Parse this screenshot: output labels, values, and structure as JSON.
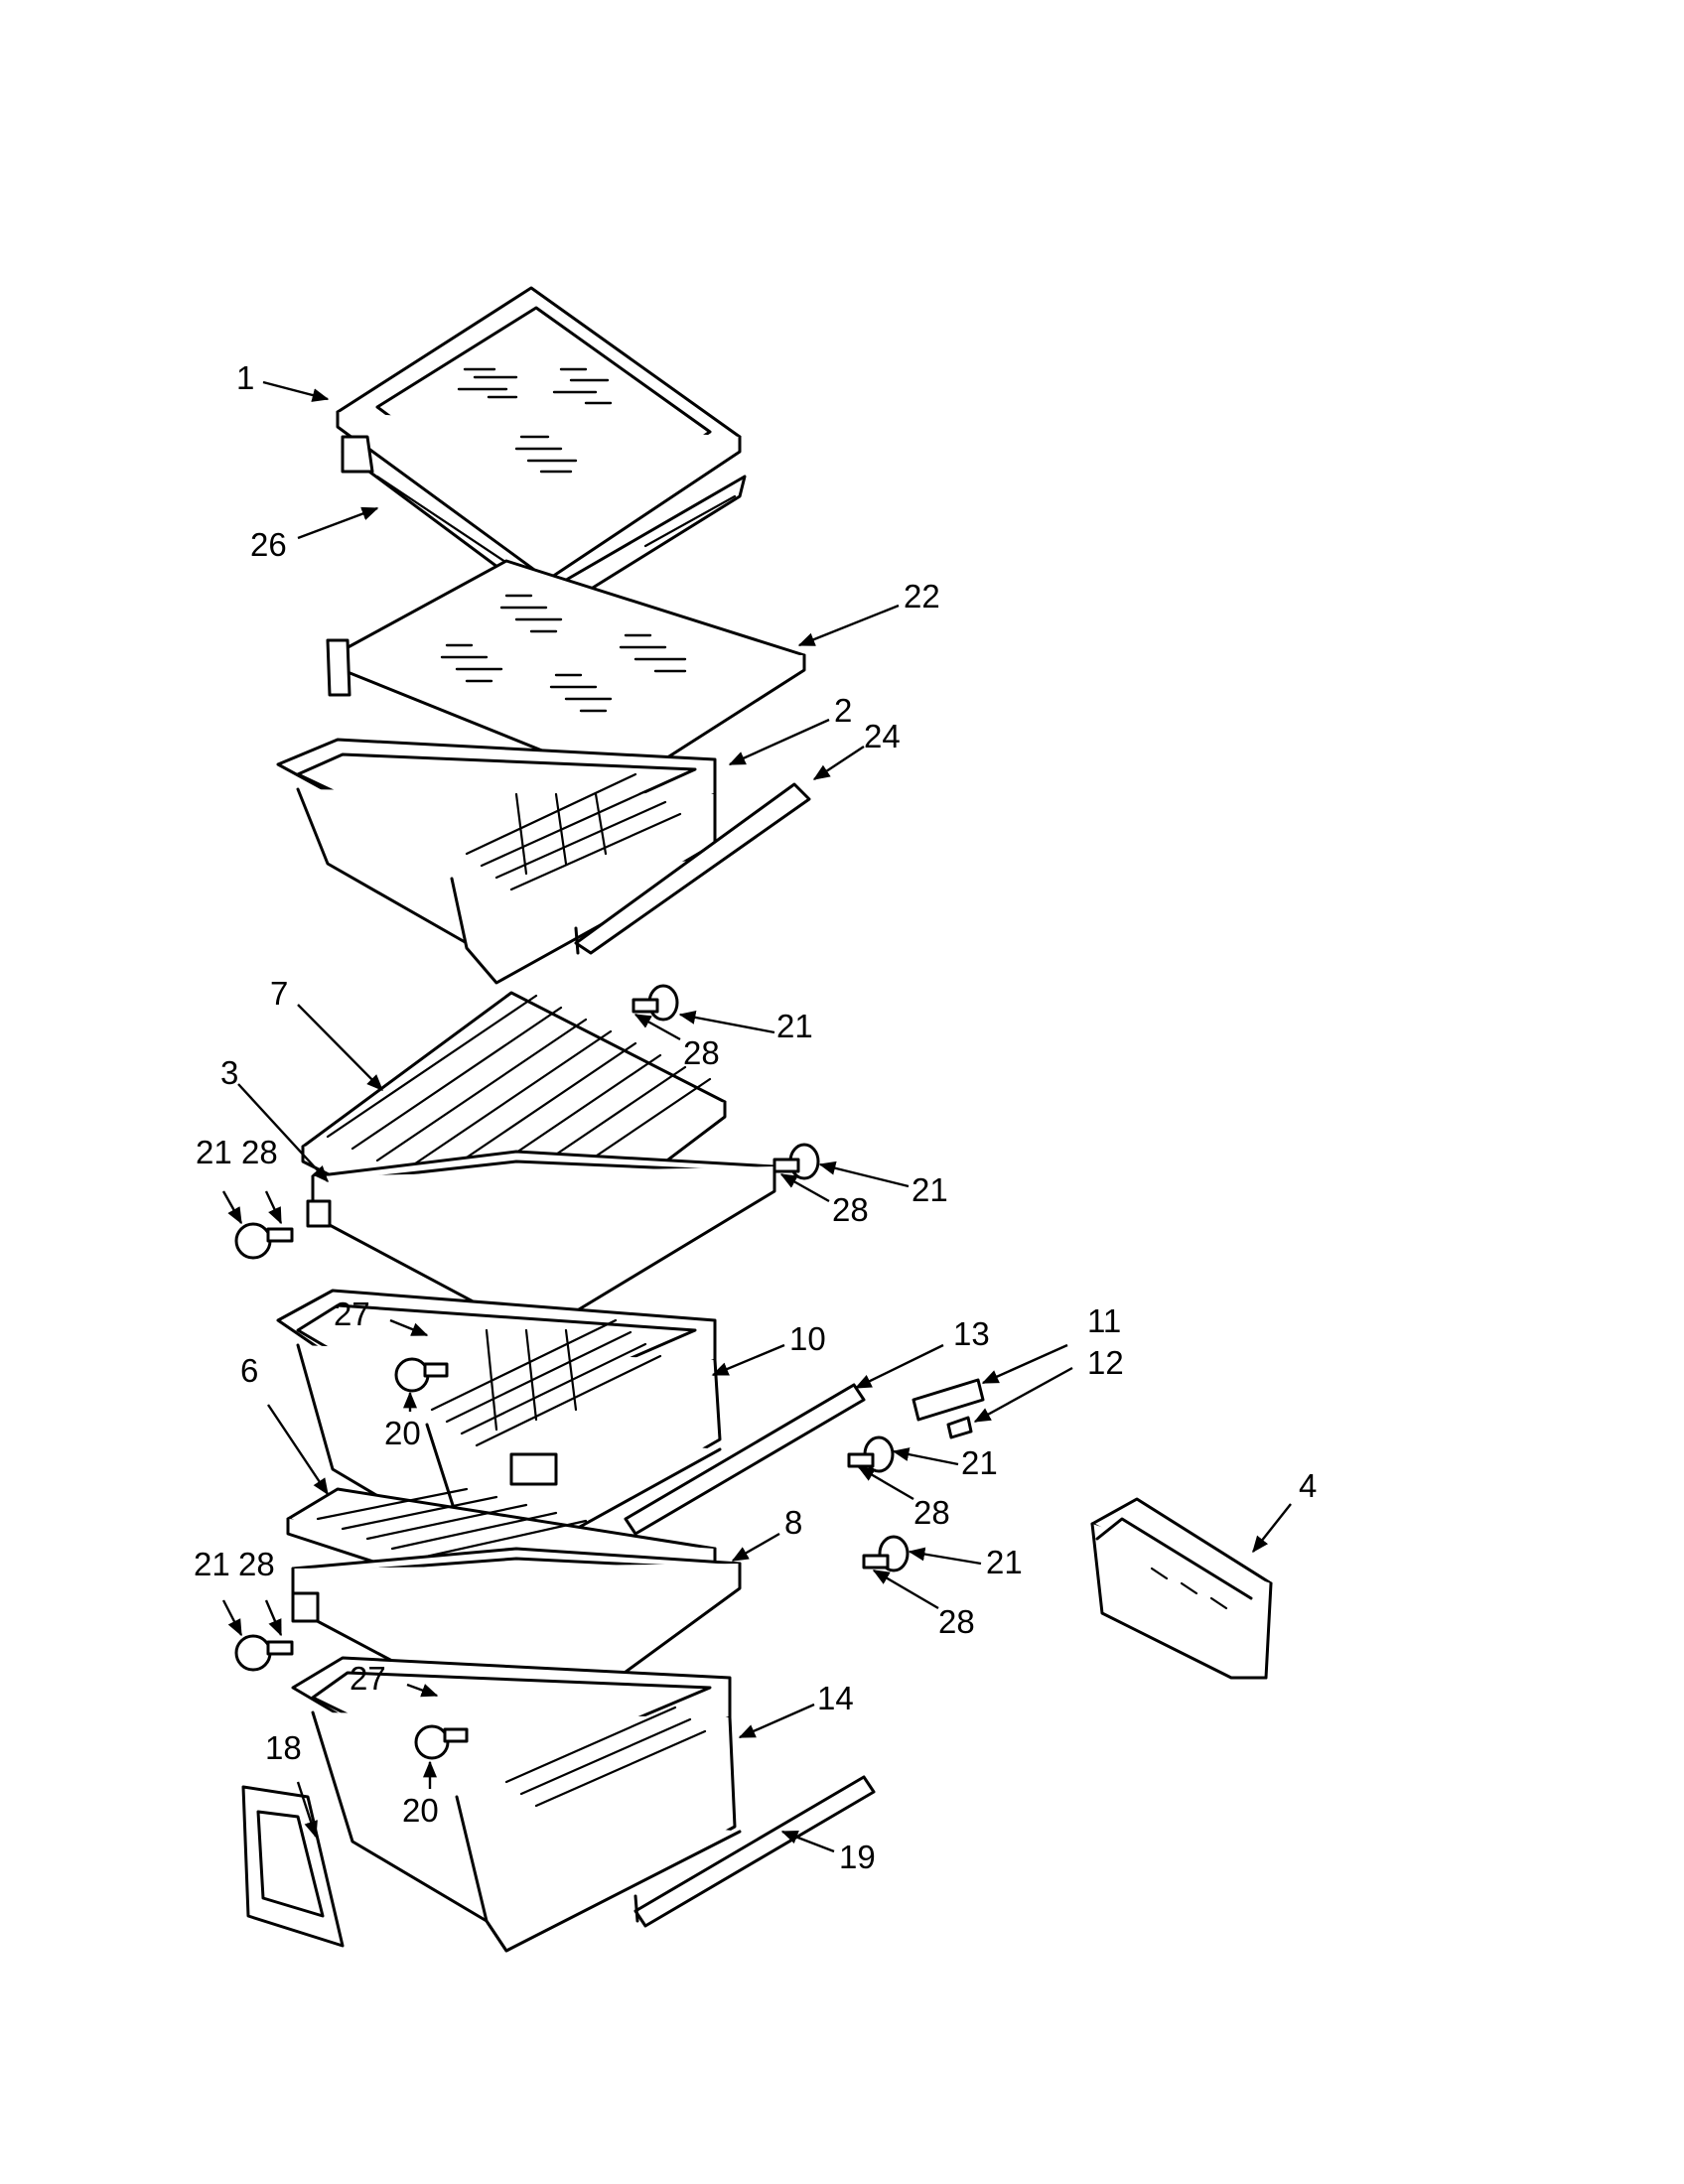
{
  "callouts": [
    {
      "label": "1"
    },
    {
      "label": "26"
    },
    {
      "label": "22"
    },
    {
      "label": "2"
    },
    {
      "label": "24"
    },
    {
      "label": "7"
    },
    {
      "label": "21"
    },
    {
      "label": "28"
    },
    {
      "label": "3"
    },
    {
      "label": "21"
    },
    {
      "label": "28"
    },
    {
      "label": "28"
    },
    {
      "label": "21"
    },
    {
      "label": "27"
    },
    {
      "label": "10"
    },
    {
      "label": "13"
    },
    {
      "label": "11"
    },
    {
      "label": "12"
    },
    {
      "label": "20"
    },
    {
      "label": "6"
    },
    {
      "label": "21"
    },
    {
      "label": "28"
    },
    {
      "label": "4"
    },
    {
      "label": "8"
    },
    {
      "label": "21"
    },
    {
      "label": "28"
    },
    {
      "label": "21"
    },
    {
      "label": "28"
    },
    {
      "label": "27"
    },
    {
      "label": "14"
    },
    {
      "label": "18"
    },
    {
      "label": "20"
    },
    {
      "label": "19"
    }
  ]
}
